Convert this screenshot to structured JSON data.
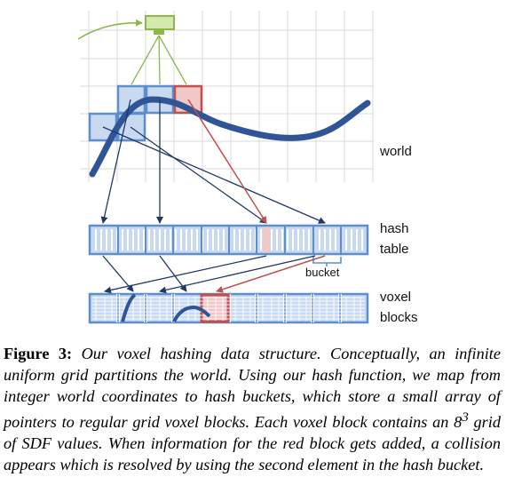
{
  "labels": {
    "world": "world",
    "hash_line1": "hash",
    "hash_line2": "table",
    "bucket": "bucket",
    "voxel_line1": "voxel",
    "voxel_line2": "blocks"
  },
  "caption": {
    "figure_label": "Figure 3:",
    "part1": "Our voxel hashing data structure. Conceptually, an infinite uniform grid partitions the world. Using our hash function, we map from integer world coordinates to hash buckets, which store a small array of pointers to regular grid voxel blocks. Each voxel block contains an 8",
    "superscript": "3",
    "part2": " grid of SDF values. When information for the red block gets added, a collision appears which is resolved by using the second element in the hash bucket."
  },
  "colors": {
    "block_blue": "#5b8fce",
    "block_fill": "#c9d9ef",
    "highlight_red": "#c0504d",
    "highlight_fill": "#f0c8c8",
    "surface_curve": "#2f5597",
    "grid": "#d9d9d9",
    "parent_green": "#8cb84a"
  }
}
